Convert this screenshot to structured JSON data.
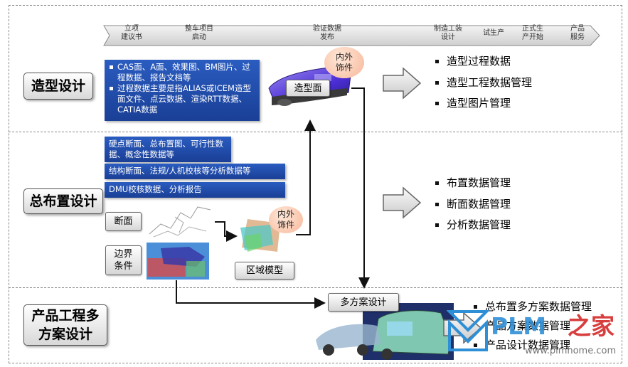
{
  "timeline": {
    "stages": [
      {
        "id": "s1",
        "label": "立项\n建议书"
      },
      {
        "id": "s2",
        "label": "整车项目\n启动"
      },
      {
        "id": "s3",
        "label": "验证数据\n发布"
      },
      {
        "id": "s4",
        "label": "制造工装\n设计"
      },
      {
        "id": "s5",
        "label": "试生产"
      },
      {
        "id": "s6",
        "label": "正式生\n产开始"
      },
      {
        "id": "s7",
        "label": "产品\n服务"
      }
    ]
  },
  "sections": {
    "styling": {
      "label": "造型设计",
      "info_items": [
        "CAS面、A面、效果图、BM图片、过程数据、报告文档等",
        "过程数据主要是指ALIAS或ICEM造型面文件、点云数据、渲染RTT数据、CATIA数据"
      ],
      "bubble": "内外\n饰件",
      "model_label": "造型面",
      "outputs": [
        "造型过程数据",
        "造型工程数据管理",
        "造型图片管理"
      ]
    },
    "layout": {
      "label": "总布置设计",
      "info_boxes": [
        "硬点断面、总布置图、可行性数据、概念性数据等",
        "结构断面、法规/人机校核等分析数据等",
        "DMU校核数据、分析报告"
      ],
      "section_box": "断面",
      "boundary_box": "边界\n条件",
      "bubble": "内外\n饰件",
      "zone_model": "区域模型",
      "outputs": [
        "布置数据管理",
        "断面数据管理",
        "分析数据管理"
      ]
    },
    "multi_scheme": {
      "label": "产品工程多\n方案设计",
      "scheme_box": "多方案设计",
      "outputs": [
        "总布置多方案数据管理",
        "产品方案数据管理",
        "产品设计数据管理"
      ]
    }
  },
  "watermark": {
    "brand": "PLM",
    "suffix": "之家",
    "url": "www.plmhome.com"
  },
  "colors": {
    "info_blue": "#1e4aa8",
    "watermark_red": "#d42a2a",
    "watermark_blue": "#2f8fd6"
  }
}
